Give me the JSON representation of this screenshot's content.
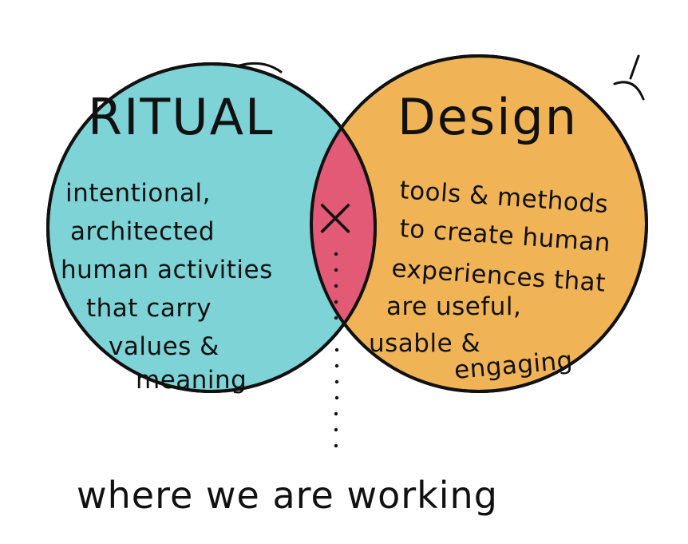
{
  "diagram": {
    "left_circle": {
      "title": "RITUAL",
      "lines": [
        "intentional,",
        "architected",
        "human activities",
        "that carry",
        "values &",
        "meaning"
      ],
      "color": "#7ed3d6"
    },
    "right_circle": {
      "title": "Design",
      "lines": [
        "tools & methods",
        "to create human",
        "experiences that",
        "are useful,",
        "usable &",
        "engaging"
      ],
      "color": "#f0b457"
    },
    "overlap": {
      "mark": "×",
      "color": "#e35a76"
    },
    "caption": "where we are working",
    "outline_color": "#111111"
  }
}
